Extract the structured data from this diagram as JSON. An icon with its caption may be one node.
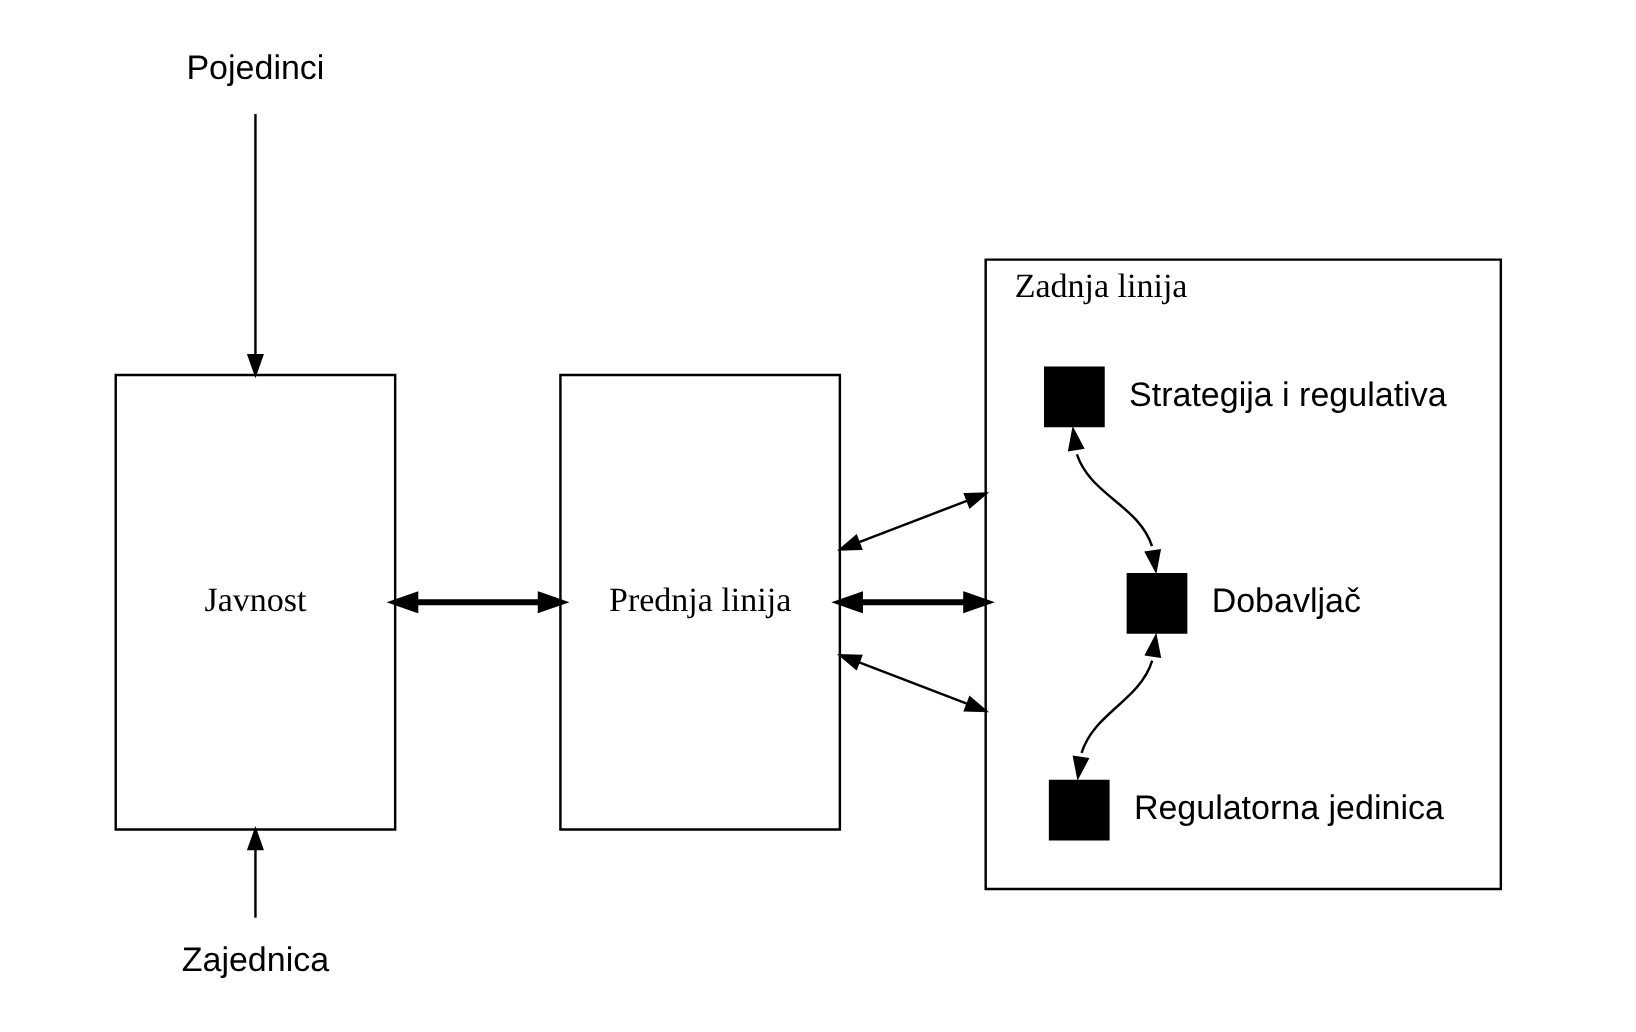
{
  "diagram": {
    "nodes": [
      {
        "text": [
          "Pojedinci"
        ]
      },
      {
        "text": [
          "Javnost"
        ]
      },
      {
        "text": [
          "Prednja linija"
        ]
      },
      {
        "text": [
          "Zadnja linija"
        ]
      },
      {
        "text": [],
        "shape": "box",
        "in": 3,
        "beside": [
          "Strategija i regulativa"
        ]
      },
      {
        "text": [],
        "shape": "box",
        "in": 3,
        "beside": [
          "Dobavljač"
        ]
      },
      {
        "text": [],
        "shape": "box",
        "in": 3,
        "beside": [
          "Regulatorna jedinica"
        ]
      },
      {
        "text": [
          "Zajednica"
        ]
      }
    ],
    "edges": [
      {
        "from": 0,
        "to": 1,
        "arrow": "to"
      },
      {
        "from": 7,
        "to": 1,
        "arrow": "to"
      },
      {
        "from": 1,
        "to": 2,
        "arrow": "both",
        "style": "thick"
      },
      {
        "from": 2,
        "to": 3,
        "arrow": "both"
      },
      {
        "from": 2,
        "to": 3,
        "arrow": "both",
        "style": "thick"
      },
      {
        "from": 2,
        "to": 3,
        "arrow": "both"
      },
      {
        "from": 4,
        "to": 5,
        "arrow": "both"
      },
      {
        "from": 5,
        "to": 6,
        "arrow": "both"
      }
    ]
  }
}
